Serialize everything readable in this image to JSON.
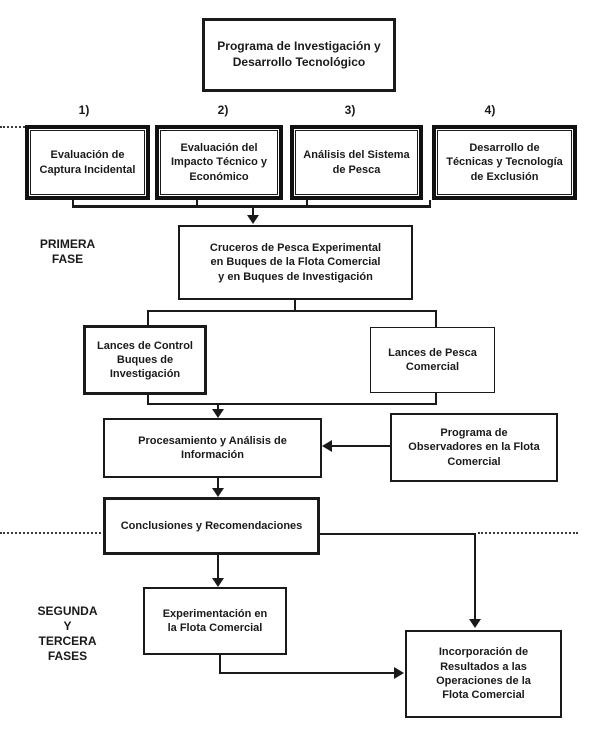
{
  "labels": {
    "phase1": "PRIMERA\nFASE",
    "phase2": "SEGUNDA\nY\nTERCERA\nFASES",
    "numbers": [
      "1)",
      "2)",
      "3)",
      "4)"
    ]
  },
  "nodes": {
    "programa": "Programa de Investigación y\nDesarrollo Tecnológico",
    "evaluacion_captura": "Evaluación de\nCaptura Incidental",
    "evaluacion_impacto": "Evaluación del\nImpacto Técnico y\nEconómico",
    "analisis_sistema": "Análisis del Sistema\nde Pesca",
    "desarrollo_tecnicas": "Desarrollo de\nTécnicas y Tecnología\nde Exclusión",
    "cruceros": "Cruceros de Pesca Experimental\nen Buques de la Flota Comercial\ny en Buques de Investigación",
    "lances_control": "Lances de Control\nBuques de\nInvestigación",
    "lances_pesca": "Lances de Pesca\nComercial",
    "procesamiento": "Procesamiento y Análisis de\nInformación",
    "observadores": "Programa de\nObservadores en la Flota\nComercial",
    "conclusiones": "Conclusiones y Recomendaciones",
    "experimentacion": "Experimentación en\nla Flota Comercial",
    "incorporacion": "Incorporación de\nResultados a las\nOperaciones de la\nFlota Comercial"
  },
  "colors": {
    "ink": "#1a1a1a",
    "background": "#ffffff"
  }
}
